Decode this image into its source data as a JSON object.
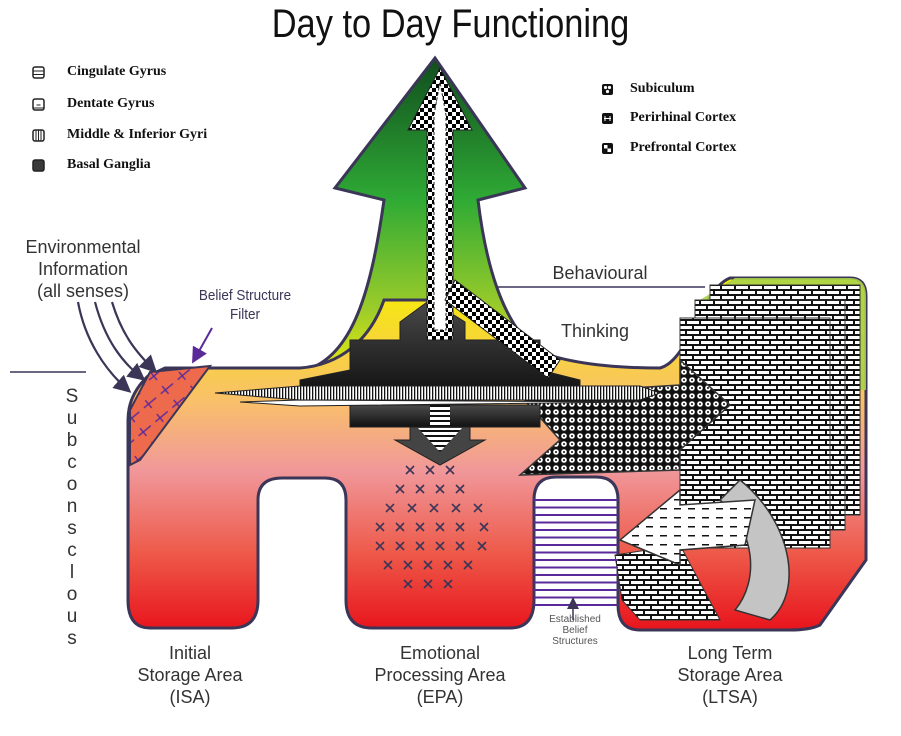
{
  "title": "Day to Day Functioning",
  "legend_left": [
    {
      "label": "Cingulate Gyrus",
      "icon": "horizontal-lines-pattern-icon"
    },
    {
      "label": "Dentate Gyrus",
      "icon": "dash-pattern-icon"
    },
    {
      "label": "Middle & Inferior Gyri",
      "icon": "vertical-lines-pattern-icon"
    },
    {
      "label": "Basal Ganglia",
      "icon": "solid-dark-icon"
    }
  ],
  "legend_right": [
    {
      "label": "Subiculum",
      "icon": "circles-pattern-icon"
    },
    {
      "label": "Perirhinal Cortex",
      "icon": "brick-pattern-icon"
    },
    {
      "label": "Prefrontal Cortex",
      "icon": "checkerboard-pattern-icon"
    }
  ],
  "labels": {
    "environmental": [
      "Environmental",
      "Information",
      "(all senses)"
    ],
    "belief_filter": [
      "Belief Structure",
      "Filter"
    ],
    "behavioural": "Behavioural",
    "thinking": "Thinking",
    "subconscious": [
      "S",
      "u",
      "b",
      "c",
      "o",
      "n",
      "s",
      "c",
      "l",
      "o",
      "u",
      "s"
    ],
    "established": [
      "Established",
      "Belief",
      "Structures"
    ],
    "isa": [
      "Initial",
      "Storage Area",
      "(ISA)"
    ],
    "epa": [
      "Emotional",
      "Processing Area",
      "(EPA)"
    ],
    "ltsa": [
      "Long Term",
      "Storage Area",
      "(LTSA)"
    ]
  },
  "colors": {
    "outline": "#3b3558",
    "yellow": "#f5ee00",
    "orange": "#f9c06a",
    "pink": "#f0979a",
    "red": "#e8141c",
    "green_dark": "#1a6b2a",
    "green_light": "#9ccc2a",
    "filter": "#ee6a4c",
    "purple": "#5a2a9a",
    "dark": "#2a2a2a"
  }
}
